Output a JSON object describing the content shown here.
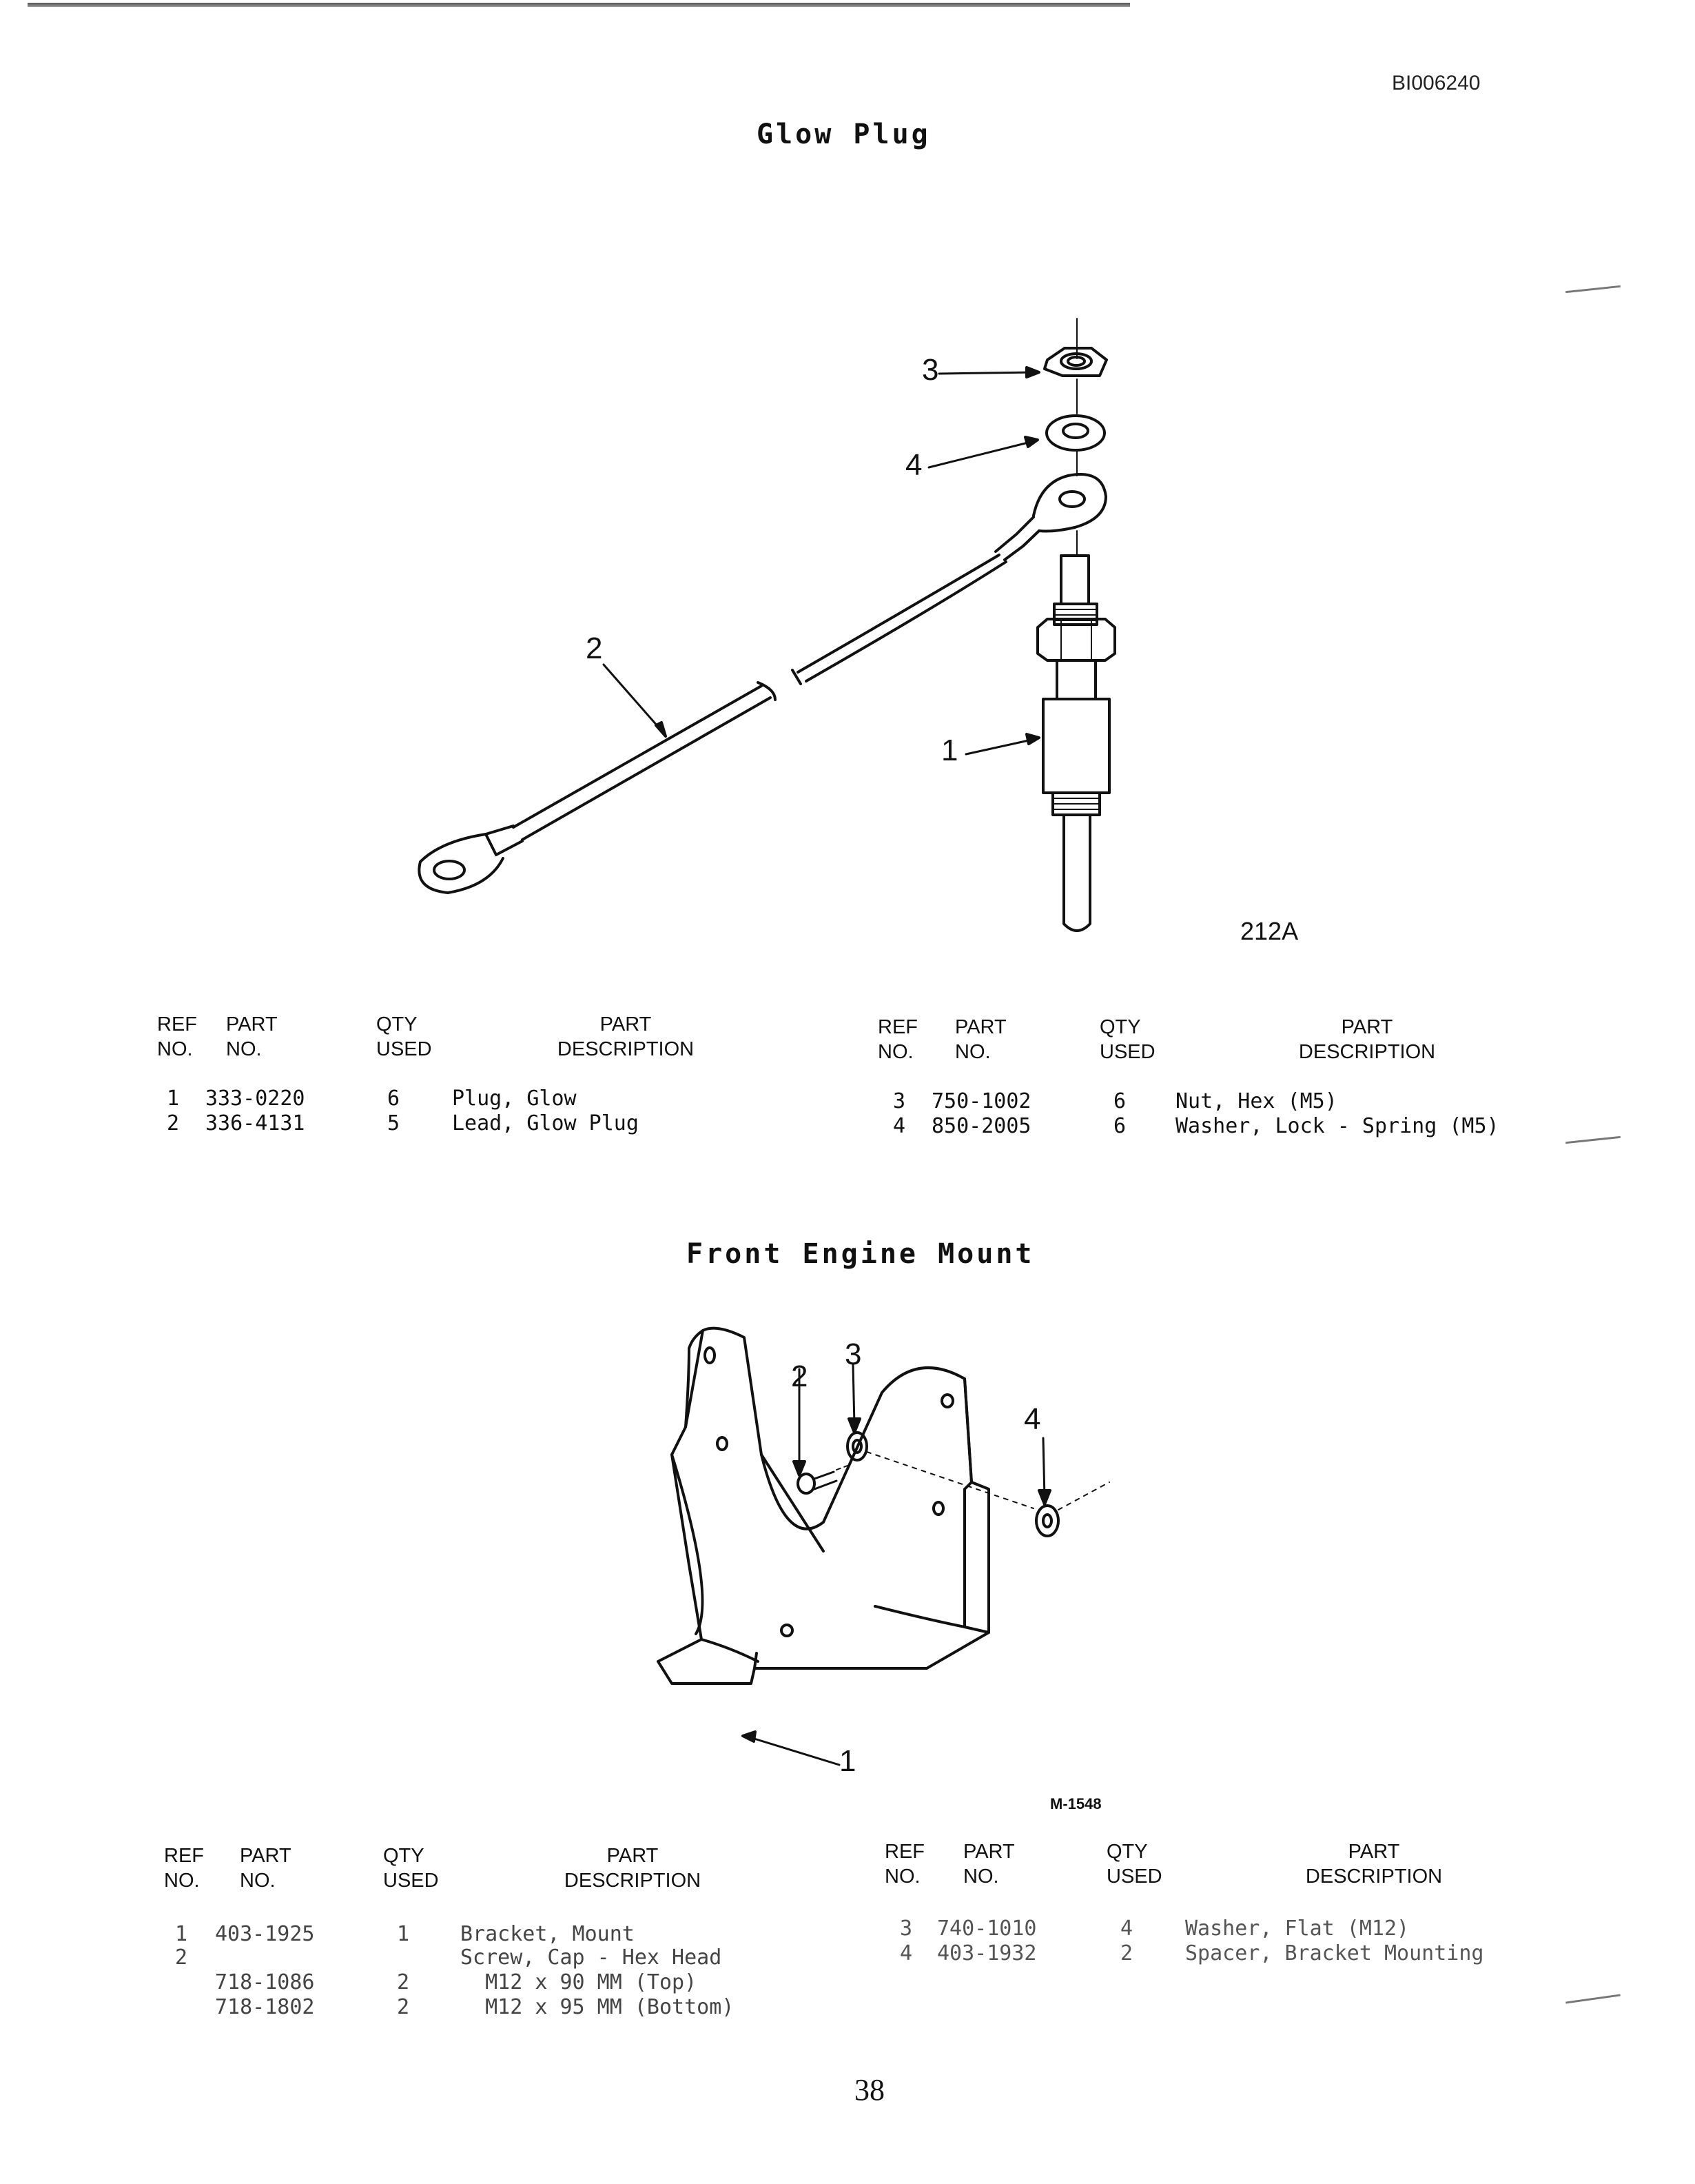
{
  "doc_id": "BI006240",
  "sections": [
    {
      "title": "Glow Plug",
      "figure_code": "212A",
      "callouts": [
        "1",
        "2",
        "3",
        "4"
      ],
      "headers": {
        "ref": "REF\nNO.",
        "part": "PART\nNO.",
        "qty": "QTY\nUSED",
        "desc": "PART\nDESCRIPTION"
      },
      "left_rows": [
        {
          "ref": "1",
          "part": "333-0220",
          "qty": "6",
          "desc": "Plug, Glow"
        },
        {
          "ref": "2",
          "part": "336-4131",
          "qty": "5",
          "desc": "Lead, Glow Plug"
        }
      ],
      "right_rows": [
        {
          "ref": "3",
          "part": "750-1002",
          "qty": "6",
          "desc": "Nut, Hex (M5)"
        },
        {
          "ref": "4",
          "part": "850-2005",
          "qty": "6",
          "desc": "Washer, Lock - Spring (M5)"
        }
      ]
    },
    {
      "title": "Front Engine Mount",
      "figure_code": "M-1548",
      "callouts": [
        "1",
        "2",
        "3",
        "4"
      ],
      "headers": {
        "ref": "REF\nNO.",
        "part": "PART\nNO.",
        "qty": "QTY\nUSED",
        "desc": "PART\nDESCRIPTION"
      },
      "left_rows": [
        {
          "ref": "1",
          "part": "403-1925",
          "qty": "1",
          "desc": "Bracket, Mount"
        },
        {
          "ref": "2",
          "part": "",
          "qty": "",
          "desc": "Screw, Cap - Hex Head"
        },
        {
          "ref": "",
          "part": "718-1086",
          "qty": "2",
          "desc": "  M12 x 90 MM (Top)"
        },
        {
          "ref": "",
          "part": "718-1802",
          "qty": "2",
          "desc": "  M12 x 95 MM (Bottom)"
        }
      ],
      "right_rows": [
        {
          "ref": "3",
          "part": "740-1010",
          "qty": "4",
          "desc": "Washer, Flat (M12)"
        },
        {
          "ref": "4",
          "part": "403-1932",
          "qty": "2",
          "desc": "Spacer, Bracket Mounting"
        }
      ]
    }
  ],
  "page_number": "38"
}
